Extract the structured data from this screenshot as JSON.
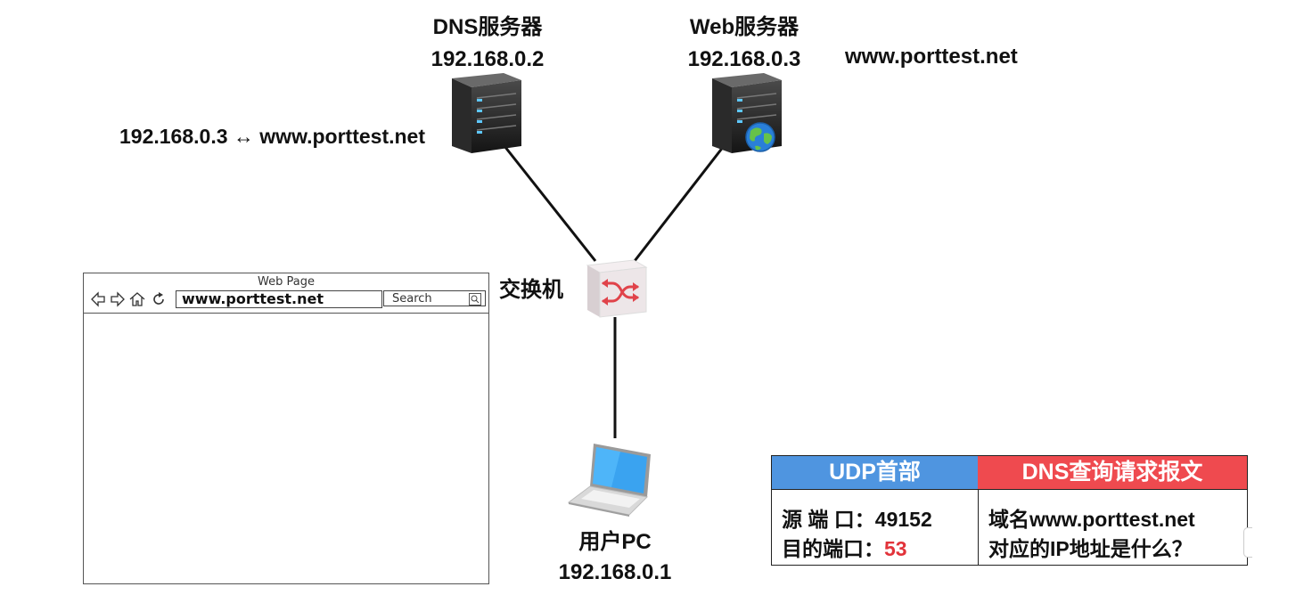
{
  "dns_server": {
    "name": "DNS服务器",
    "ip": "192.168.0.2",
    "record": "192.168.0.3 ↔ www.porttest.net"
  },
  "web_server": {
    "name": "Web服务器",
    "ip": "192.168.0.3",
    "domain": "www.porttest.net"
  },
  "switch": {
    "name": "交换机"
  },
  "user_pc": {
    "name": "用户PC",
    "ip": "192.168.0.1"
  },
  "browser": {
    "title": "Web Page",
    "url": "www.porttest.net",
    "search_placeholder": "Search"
  },
  "packet": {
    "udp_header": "UDP首部",
    "dns_query": "DNS查询请求报文",
    "src_port_label": "源 端 口：",
    "src_port": "49152",
    "dst_port_label": "目的端口：",
    "dst_port": "53",
    "query_line1": "域名www.porttest.net",
    "query_line2": "对应的IP地址是什么？"
  },
  "colors": {
    "udp": "#4f95e0",
    "dns": "#ef4a4f",
    "highlight": "#e2333a"
  }
}
